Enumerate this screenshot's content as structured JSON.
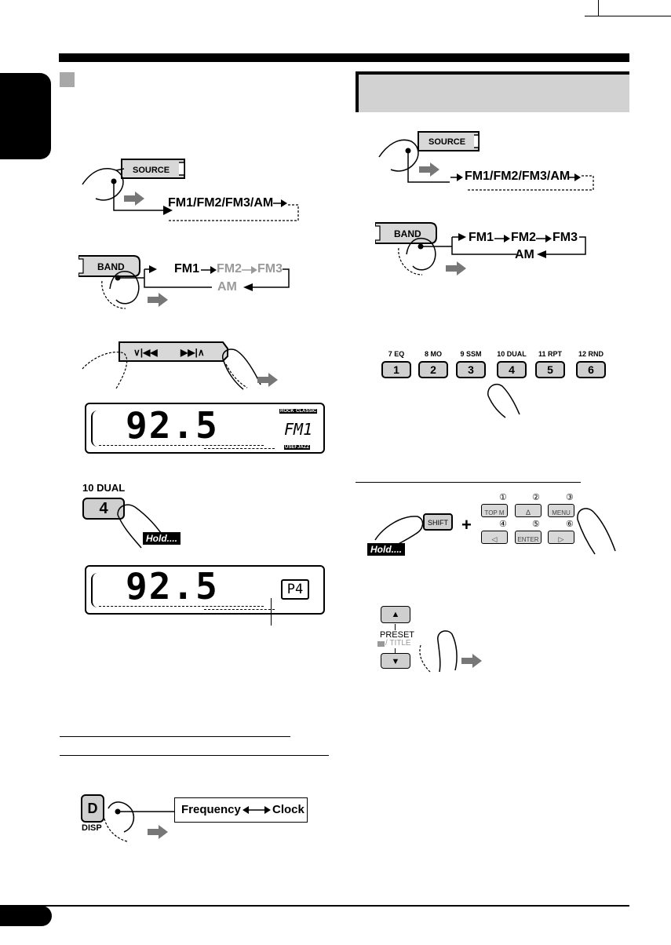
{
  "left": {
    "source_button": "SOURCE",
    "source_cycle": "FM1/FM2/FM3/AM",
    "band_button": "BAND",
    "band_fm1": "FM1",
    "band_fm2": "FM2",
    "band_fm3": "FM3",
    "band_am": "AM",
    "display_frequency": "92.5",
    "display_band": "FM1",
    "display_preset": "P4",
    "preset_button_label": "10 DUAL",
    "preset_button_number": "4",
    "hold_label": "Hold....",
    "disp_button_letter": "D",
    "disp_button_label": "DISP",
    "disp_frequency": "Frequency",
    "disp_clock": "Clock",
    "mode_tags": [
      "ROCK",
      "CLASSIC",
      "USER",
      "JAZZ"
    ]
  },
  "right": {
    "source_button": "SOURCE",
    "source_cycle": "FM1/FM2/FM3/AM",
    "band_button": "BAND",
    "band_fm1": "FM1",
    "band_fm2": "FM2",
    "band_fm3": "FM3",
    "band_am": "AM",
    "presets": [
      {
        "top": "7 EQ",
        "num": "1"
      },
      {
        "top": "8 MO",
        "num": "2"
      },
      {
        "top": "9 SSM",
        "num": "3"
      },
      {
        "top": "10 DUAL",
        "num": "4"
      },
      {
        "top": "11 RPT",
        "num": "5"
      },
      {
        "top": "12 RND",
        "num": "6"
      }
    ],
    "shift_button": "SHIFT",
    "plus_sign": "+",
    "remote_circles": [
      "①",
      "②",
      "③",
      "④",
      "⑤",
      "⑥"
    ],
    "remote_top_m": "TOP M",
    "remote_up": "Δ",
    "remote_menu": "MENU",
    "remote_left": "◁",
    "remote_enter": "ENTER",
    "remote_right": "▷",
    "hold_label": "Hold....",
    "preset_label": "PRESET",
    "title_label": "/ TITLE"
  }
}
